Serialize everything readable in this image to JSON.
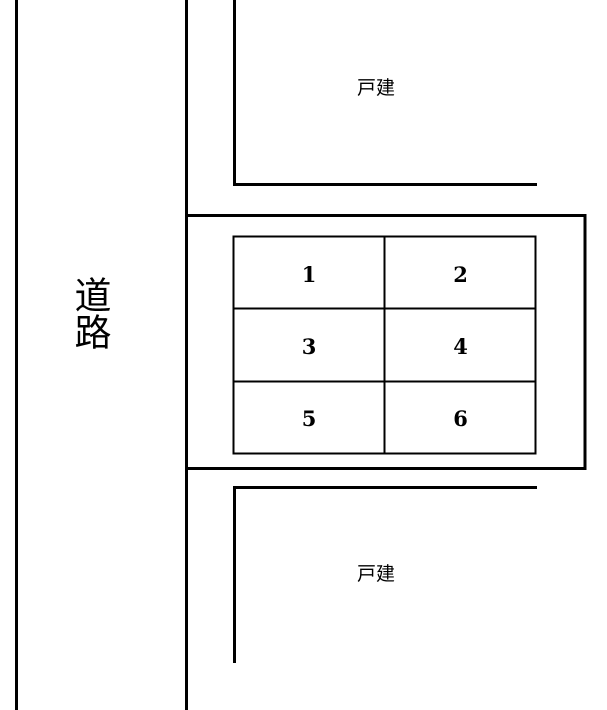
{
  "diagram": {
    "title": "parking-lot-site-plan",
    "background_color": "#ffffff",
    "line_color": "#000000",
    "labels": {
      "road": "道路",
      "road_chars": [
        "道",
        "路"
      ],
      "house_top": "戸建",
      "house_bottom": "戸建"
    },
    "parking": {
      "stalls": [
        {
          "number": "1",
          "row": 1,
          "col": 1
        },
        {
          "number": "2",
          "row": 1,
          "col": 2
        },
        {
          "number": "3",
          "row": 2,
          "col": 1
        },
        {
          "number": "4",
          "row": 2,
          "col": 2
        },
        {
          "number": "5",
          "row": 3,
          "col": 1
        },
        {
          "number": "6",
          "row": 3,
          "col": 2
        }
      ],
      "rows": 3,
      "cols": 2,
      "total": 6
    }
  }
}
